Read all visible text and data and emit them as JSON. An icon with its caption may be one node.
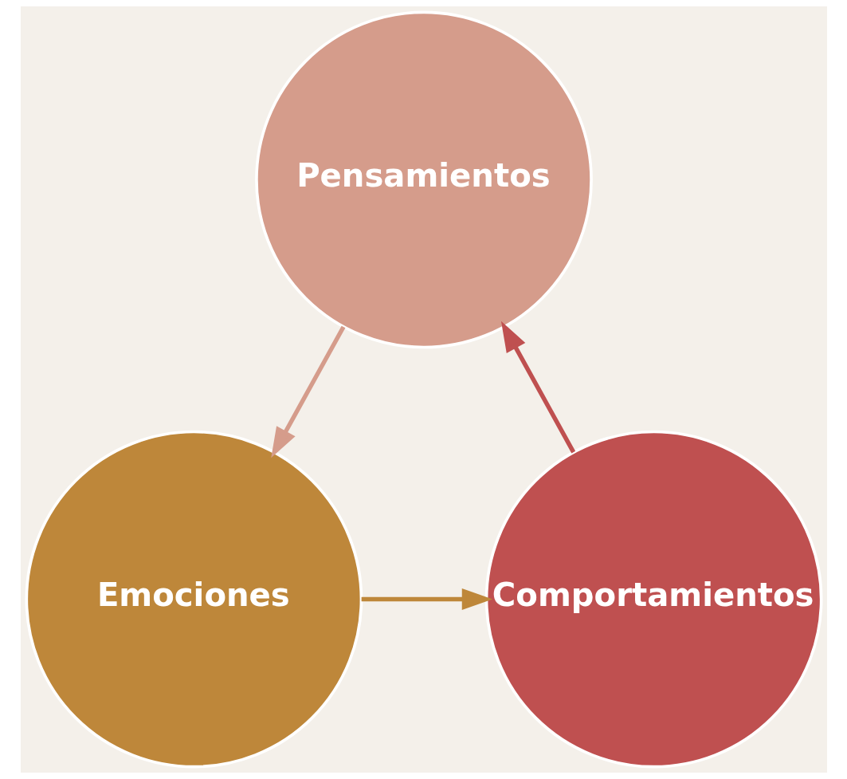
{
  "diagram": {
    "nodes": [
      {
        "text": [
          "Pensamientos"
        ]
      },
      {
        "text": [
          "Emociones"
        ]
      },
      {
        "text": [
          "Comportamientos"
        ]
      }
    ],
    "edges": [
      {
        "from": 0,
        "to": 1,
        "arrow": "to",
        "color": "#d59c8b"
      },
      {
        "from": 1,
        "to": 2,
        "arrow": "to",
        "color": "#be873a"
      },
      {
        "from": 2,
        "to": 0,
        "arrow": "to",
        "color": "#bf5050"
      }
    ]
  }
}
